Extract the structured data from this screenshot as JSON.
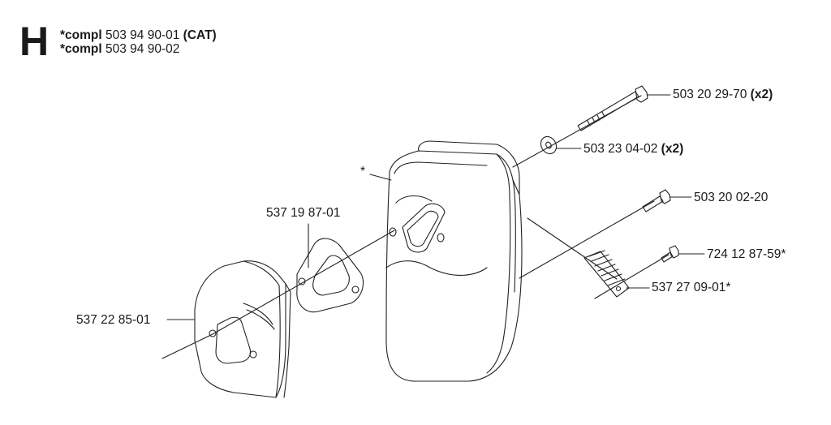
{
  "section": {
    "letter": "H",
    "compl_lines": [
      {
        "prefix": "*compl",
        "number": "503 94 90-01",
        "suffix": "(CAT)"
      },
      {
        "prefix": "*compl",
        "number": "503 94 90-02",
        "suffix": ""
      }
    ]
  },
  "parts": [
    {
      "id": "screw-long",
      "number": "503 20 29-70",
      "qty": "(x2)"
    },
    {
      "id": "washer",
      "number": "503 23 04-02",
      "qty": "(x2)"
    },
    {
      "id": "screw-short",
      "number": "503 20 02-20",
      "qty": ""
    },
    {
      "id": "screw-small",
      "number": "724 12 87-59*",
      "qty": ""
    },
    {
      "id": "gasket",
      "number": "537 19 87-01",
      "qty": ""
    },
    {
      "id": "heat-shield",
      "number": "537 22 85-01",
      "qty": ""
    },
    {
      "id": "spark-arrestor",
      "number": "537 27 09-01*",
      "qty": ""
    }
  ],
  "assembly_marker": "*"
}
